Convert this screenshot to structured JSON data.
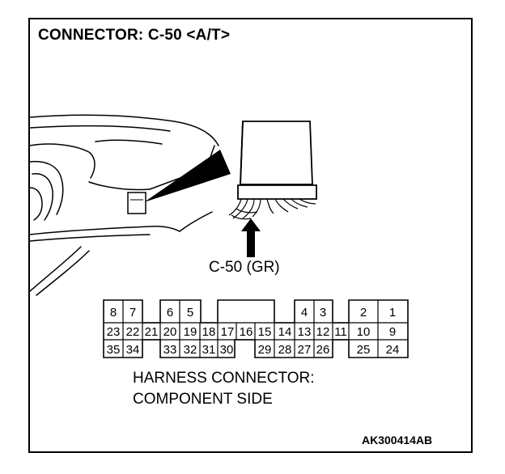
{
  "title": "CONNECTOR: C-50 <A/T>",
  "connector_label": "C-50 (GR)",
  "harness_line1": "HARNESS CONNECTOR:",
  "harness_line2": "COMPONENT SIDE",
  "figure_code": "AK300414AB",
  "pins": {
    "row1": [
      "8",
      "7",
      "6",
      "5",
      "4",
      "3",
      "2",
      "1"
    ],
    "row2": [
      "23",
      "22",
      "21",
      "20",
      "19",
      "18",
      "17",
      "16",
      "15",
      "14",
      "13",
      "12",
      "11",
      "10",
      "9"
    ],
    "row3": [
      "35",
      "34",
      "33",
      "32",
      "31",
      "30",
      "29",
      "28",
      "27",
      "26",
      "25",
      "24"
    ]
  }
}
